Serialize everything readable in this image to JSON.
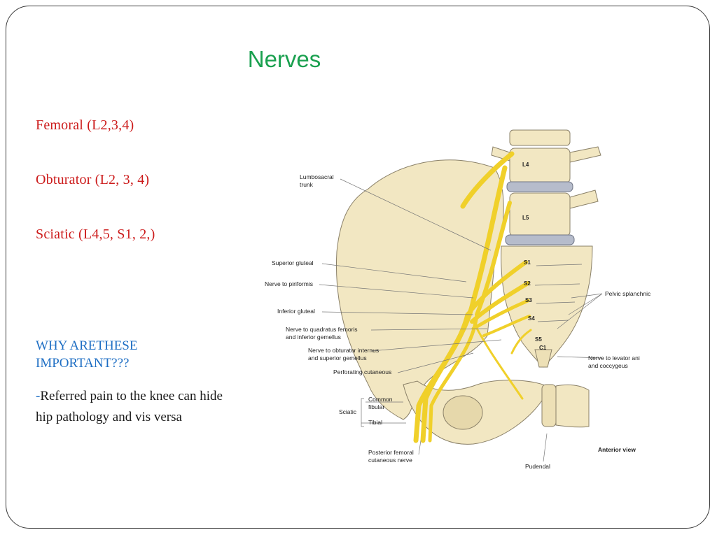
{
  "slide": {
    "title": "Nerves",
    "nerves": [
      "Femoral (L2,3,4)",
      "Obturator (L2, 3, 4)",
      "Sciatic  (L4,5, S1, 2,)"
    ],
    "why": {
      "heading_line1": "WHY ARETHESE",
      "heading_line2": "IMPORTANT???",
      "dash": "-",
      "text": "Referred pain to the knee can hide hip pathology and vis versa"
    }
  },
  "figure": {
    "view": "Anterior view",
    "vertebrae": [
      "L4",
      "L5"
    ],
    "sacral_levels": [
      "S1",
      "S2",
      "S3",
      "S4",
      "S5",
      "C1"
    ],
    "labels": {
      "lumbosacral_1": "Lumbosacral",
      "lumbosacral_2": "trunk",
      "superior_gluteal_a": "Superior",
      "superior_gluteal_b": "gluteal",
      "piriformis_a": "Nerve to",
      "piriformis_b": "piriformis",
      "inferior_gluteal_a": "Inferior",
      "inferior_gluteal_b": "gluteal",
      "quadratus_1a": "Nerve to quadratus",
      "quadratus_1b": "femoris",
      "quadratus_2": "and inferior gemellus",
      "obturator_int_1a": "Nerve to obturator",
      "obturator_int_1b": "internus",
      "obturator_int_2": "and superior gemellus",
      "perforating_a": "Perforating",
      "perforating_b": "cutaneous",
      "sciatic": "Sciatic",
      "common_fibular_1": "Common",
      "common_fibular_2": "fibular",
      "tibial": "Tibial",
      "posterior_femoral_1": "Posterior femoral",
      "posterior_femoral_2": "cutaneous nerve",
      "pudendal": "Pudendal",
      "pelvic_a": "Pelvic",
      "pelvic_b": "splanchnic",
      "levator_1a": "Nerve",
      "levator_1b": "to levator ani",
      "levator_2": "and coccygeus"
    },
    "colors": {
      "bone": "#f2e7c2",
      "bone_outline": "#8a8068",
      "nerve": "#f0d02a",
      "disc": "#b6bccb",
      "title_green": "#1aa04f",
      "heading_red": "#cc1b1b",
      "heading_blue": "#1f6fc4"
    }
  }
}
